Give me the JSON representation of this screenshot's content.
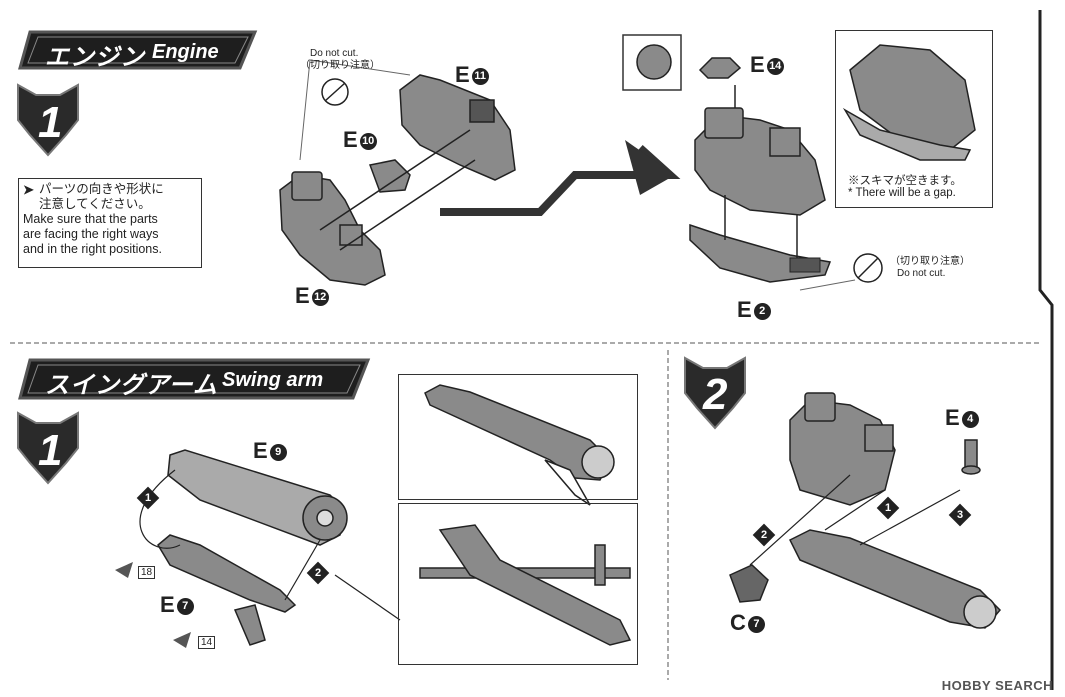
{
  "sections": {
    "engine": {
      "title_jp": "エンジン",
      "title_en": "Engine"
    },
    "swing_arm": {
      "title_jp": "スイングアーム",
      "title_en": "Swing arm"
    }
  },
  "steps": {
    "engine_step": "1",
    "swing_step": "1",
    "assembly_step": "2"
  },
  "note": {
    "jp_line1": "パーツの向きや形状に",
    "jp_line2": "注意してください。",
    "en_line1": "Make sure that the parts",
    "en_line2": "are facing the right ways",
    "en_line3": "and in the right positions."
  },
  "do_not_cut_top": {
    "en": "Do not cut.",
    "jp": "（切り取り注意）"
  },
  "do_not_cut_right": {
    "jp": "（切り取り注意）",
    "en": "Do not cut."
  },
  "gap_note": {
    "jp": "※スキマが空きます。",
    "en": "* There will be a gap."
  },
  "parts": {
    "e11": {
      "letter": "E",
      "num": "11"
    },
    "e10": {
      "letter": "E",
      "num": "10"
    },
    "e12": {
      "letter": "E",
      "num": "12"
    },
    "e14": {
      "letter": "E",
      "num": "14"
    },
    "e2": {
      "letter": "E",
      "num": "2"
    },
    "e9": {
      "letter": "E",
      "num": "9"
    },
    "e7": {
      "letter": "E",
      "num": "7"
    },
    "e4": {
      "letter": "E",
      "num": "4"
    },
    "c7": {
      "letter": "C",
      "num": "7"
    }
  },
  "sequence": {
    "s1": "1",
    "s2": "2",
    "s3": "3"
  },
  "runner_tags": {
    "t18": "18",
    "t14": "14"
  },
  "watermark": "HOBBY SEARCH",
  "colors": {
    "ink": "#222222",
    "part_gray": "#8a8a8a",
    "banner_dark": "#1e1e1e"
  }
}
